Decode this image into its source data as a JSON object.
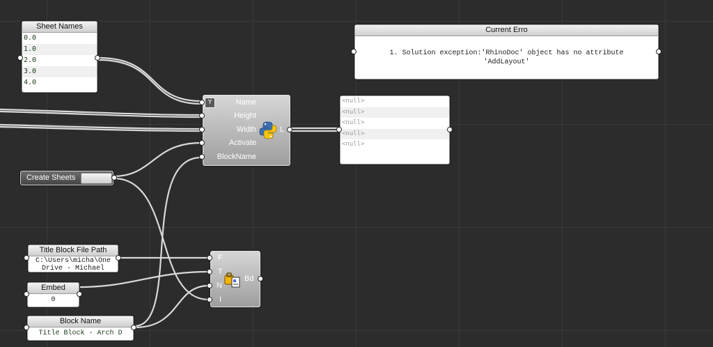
{
  "sheet_names": {
    "title": "Sheet Names",
    "items": [
      "0.0",
      "1.0",
      "2.0",
      "3.0",
      "4.0"
    ]
  },
  "current_error": {
    "title": "Current Erro",
    "message_line1": "1. Solution exception:'RhinoDoc' object has no attribute",
    "message_line2": "'AddLayout'"
  },
  "python_component": {
    "inputs": [
      "Name",
      "Height",
      "Width",
      "Activate",
      "BlockName"
    ],
    "output": "L",
    "icon": "python-icon",
    "badge_icon": "filter-icon"
  },
  "output_panel": {
    "items": [
      "<null>",
      "<null>",
      "<null>",
      "<null>",
      "<null>"
    ]
  },
  "create_sheets": {
    "label": "Create Sheets"
  },
  "title_block_path": {
    "title": "Title Block File Path",
    "line1": "C:\\Users\\micha\\One",
    "line2": "Drive - Michael"
  },
  "embed": {
    "title": "Embed",
    "value": "0"
  },
  "block_name": {
    "title": "Block Name",
    "value": "Title Block - Arch D"
  },
  "block_component": {
    "inputs": [
      "F",
      "T",
      "N",
      "I"
    ],
    "output": "Bd",
    "icon": "block-definition-icon"
  },
  "colors": {
    "canvas": "#2c2c2c",
    "component": "#a8a8a8",
    "wire": "#d8d8d8"
  }
}
